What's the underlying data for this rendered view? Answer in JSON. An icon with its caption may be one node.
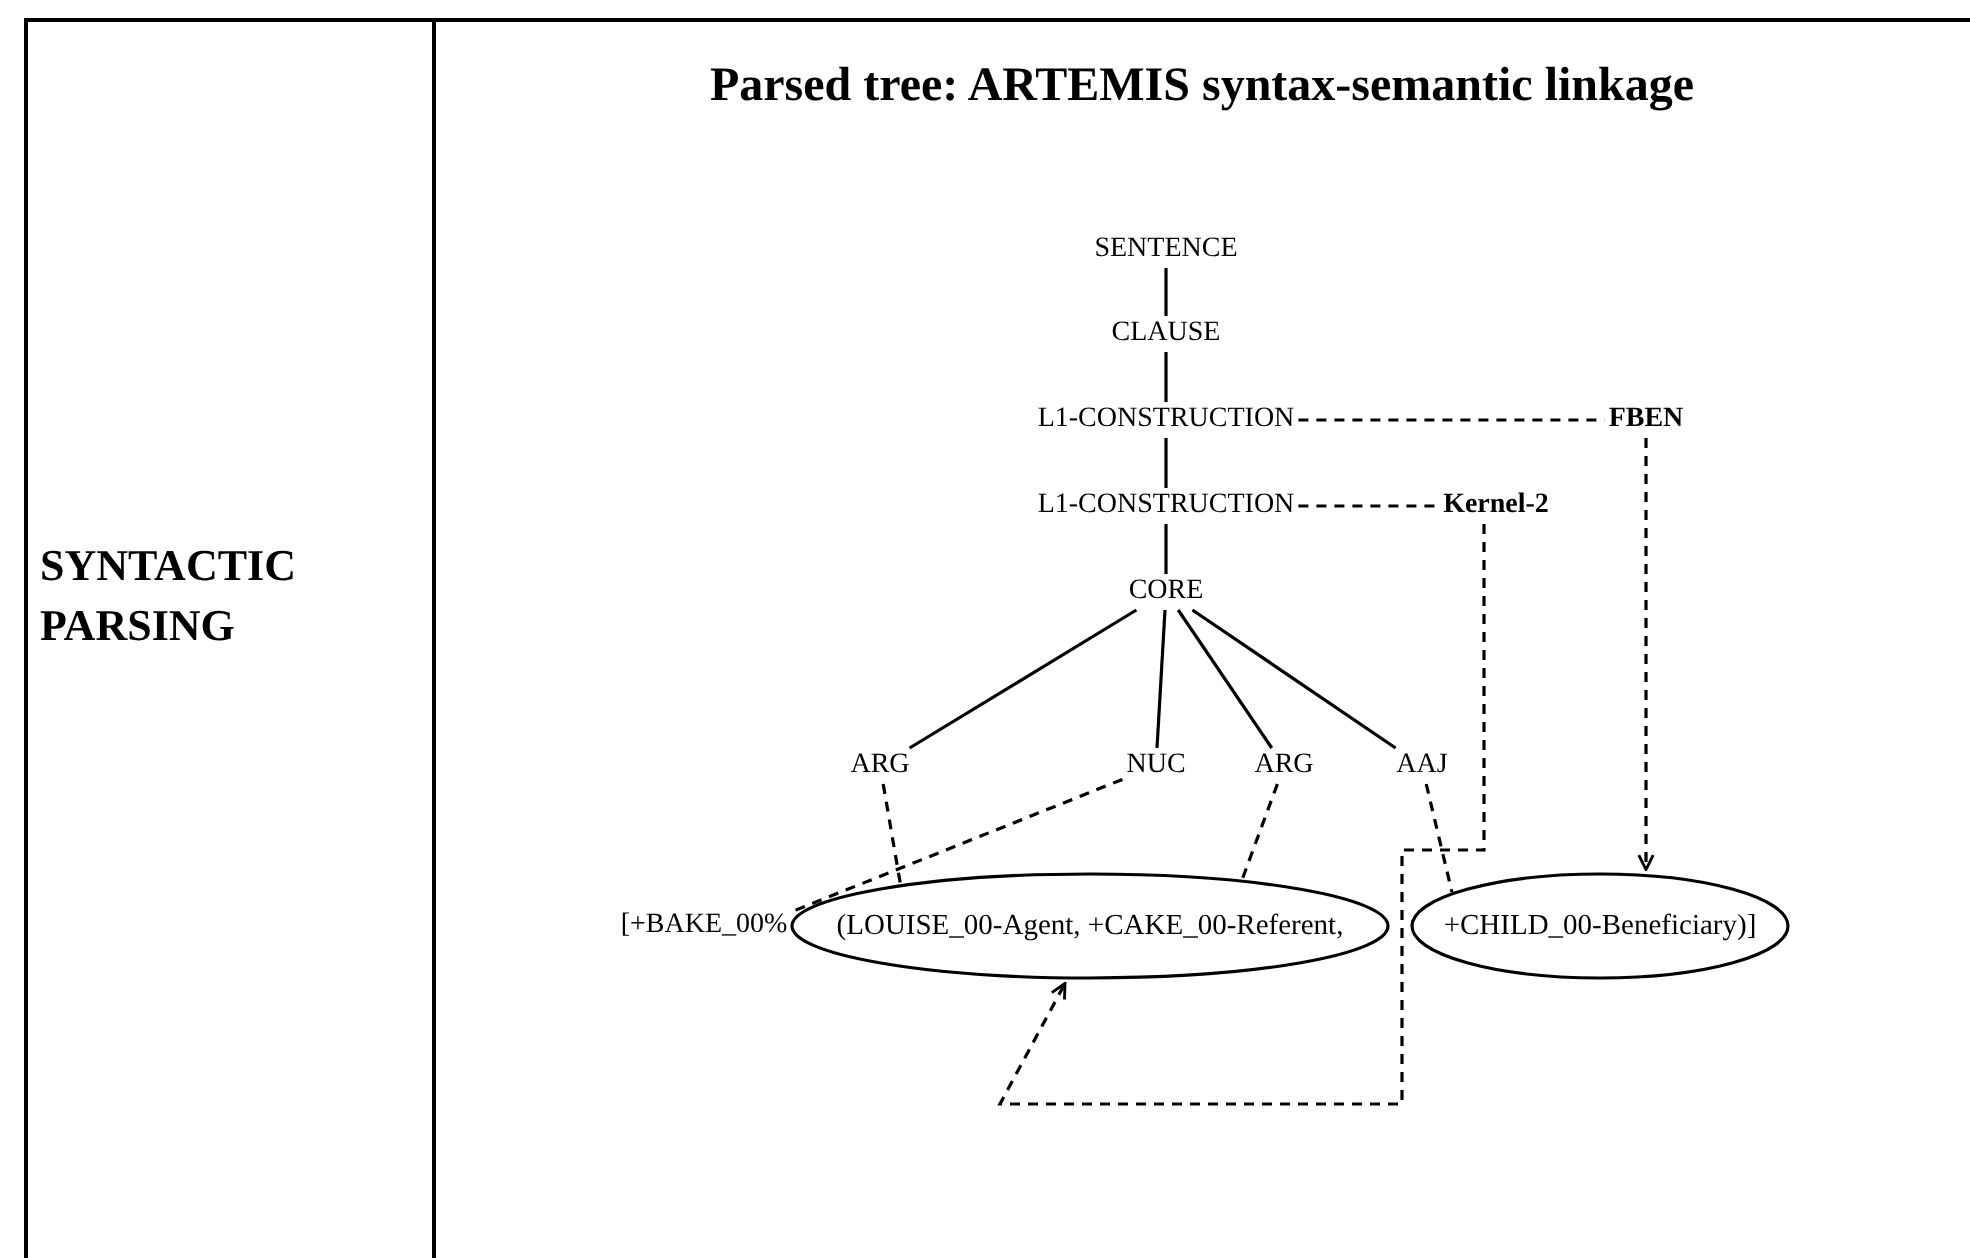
{
  "diagram": {
    "title": "Parsed tree: ARTEMIS syntax-semantic linkage",
    "nodes": [
      {
        "text": [
          "SENTENCE"
        ]
      },
      {
        "text": [
          "CLAUSE"
        ]
      },
      {
        "text": [
          "L1-CONSTRUCTION"
        ]
      },
      {
        "text": [
          "FBEN"
        ]
      },
      {
        "text": [
          "L1-CONSTRUCTION"
        ]
      },
      {
        "text": [
          "Kernel-2"
        ]
      },
      {
        "text": [
          "CORE"
        ]
      },
      {
        "text": [
          "ARG"
        ]
      },
      {
        "text": [
          "NUC"
        ]
      },
      {
        "text": [
          "ARG"
        ]
      },
      {
        "text": [
          "AAJ"
        ]
      },
      {
        "text": [
          "[+BAKE_00%"
        ]
      },
      {
        "text": [
          "(LOUISE_00-Agent, +CAKE_00-Referent,"
        ]
      },
      {
        "text": [
          "+CHILD_00-Beneficiary)]"
        ]
      }
    ],
    "edges": [
      {
        "from": 0,
        "to": 1,
        "arrow": "none"
      },
      {
        "from": 1,
        "to": 2,
        "arrow": "none"
      },
      {
        "from": 2,
        "to": 4,
        "arrow": "none"
      },
      {
        "from": 2,
        "to": 3,
        "arrow": "none",
        "style": "dashed"
      },
      {
        "from": 4,
        "to": 6,
        "arrow": "none"
      },
      {
        "from": 4,
        "to": 5,
        "arrow": "none",
        "style": "dashed"
      },
      {
        "from": 6,
        "to": 7,
        "arrow": "none"
      },
      {
        "from": 6,
        "to": 8,
        "arrow": "none"
      },
      {
        "from": 6,
        "to": 9,
        "arrow": "none"
      },
      {
        "from": 6,
        "to": 10,
        "arrow": "none"
      },
      {
        "from": 7,
        "to": 12,
        "arrow": "none",
        "style": "dashed"
      },
      {
        "from": 8,
        "to": 11,
        "arrow": "none",
        "style": "dashed"
      },
      {
        "from": 9,
        "to": 12,
        "arrow": "none",
        "style": "dashed"
      },
      {
        "from": 10,
        "to": 13,
        "arrow": "none",
        "style": "dashed"
      },
      {
        "from": 3,
        "to": 13,
        "arrow": "to",
        "style": "dashed"
      },
      {
        "from": 5,
        "to": 12,
        "arrow": "to",
        "style": "dashed"
      }
    ],
    "labels": [
      "SYNTACTIC PARSING"
    ]
  }
}
